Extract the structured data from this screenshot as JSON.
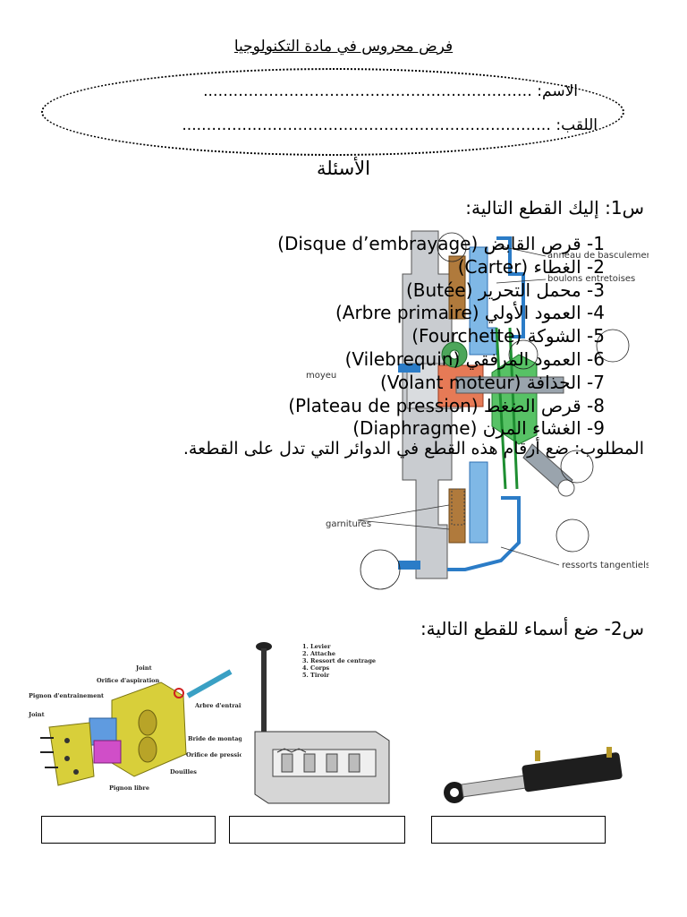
{
  "title": "فرض محروس في مادة التكنولوجيا",
  "fields": {
    "name_label": "الاسم: ",
    "name_dots": "……………………………………………………….. ",
    "surname_label": "اللقب: ",
    "surname_dots": "……………………………………………………………...."
  },
  "questions_heading": "الأسئلة",
  "q1": {
    "prompt": "س1: إليك القطع التالية:",
    "parts": [
      "1- قرص القابض (Disque d’embrayage)",
      "2- الغطاء (Carter)",
      "3- محمل التحرير (Butée)",
      "4- العمود الأولي (Arbre primaire)",
      "5- الشوكة (Fourchette)",
      "6- العمود المرفقي (Vilebrequin)",
      "7- الحذافة (Volant moteur)",
      "8- قرص الضغط (Plateau de pression)",
      "9- الغشاء المرن (Diaphragme)"
    ],
    "requirement": "المطلوب: ضع أرقام هذه القطع في الدوائر التي تدل على القطعة.",
    "diagram_labels": {
      "anneau": "anneau de basculement",
      "boulons": "boulons entretoises",
      "moyeu": "moyeu",
      "garnitures": "garnitures",
      "ressorts": "ressorts tangentiels à lame"
    }
  },
  "q2": {
    "prompt": "س2- ضع أسماء للقطع التالية:",
    "pump_labels": {
      "joint_top": "Joint",
      "orifice_asp": "Orifice d'aspiration",
      "pignon_ent": "Pignon d'entrainement",
      "joint_left": "Joint",
      "arbre": "Arbre d'entrainement",
      "bride": "Bride de montage",
      "orifice_pres": "Orifice de pression",
      "douilles": "Douilles",
      "pignon_libre": "Pignon libre"
    },
    "valve_legend": [
      "1. Levier",
      "2. Attache",
      "3. Ressort de centrage",
      "4. Corps",
      "5. Tiroir"
    ],
    "answer_boxes": [
      "",
      "",
      ""
    ]
  }
}
